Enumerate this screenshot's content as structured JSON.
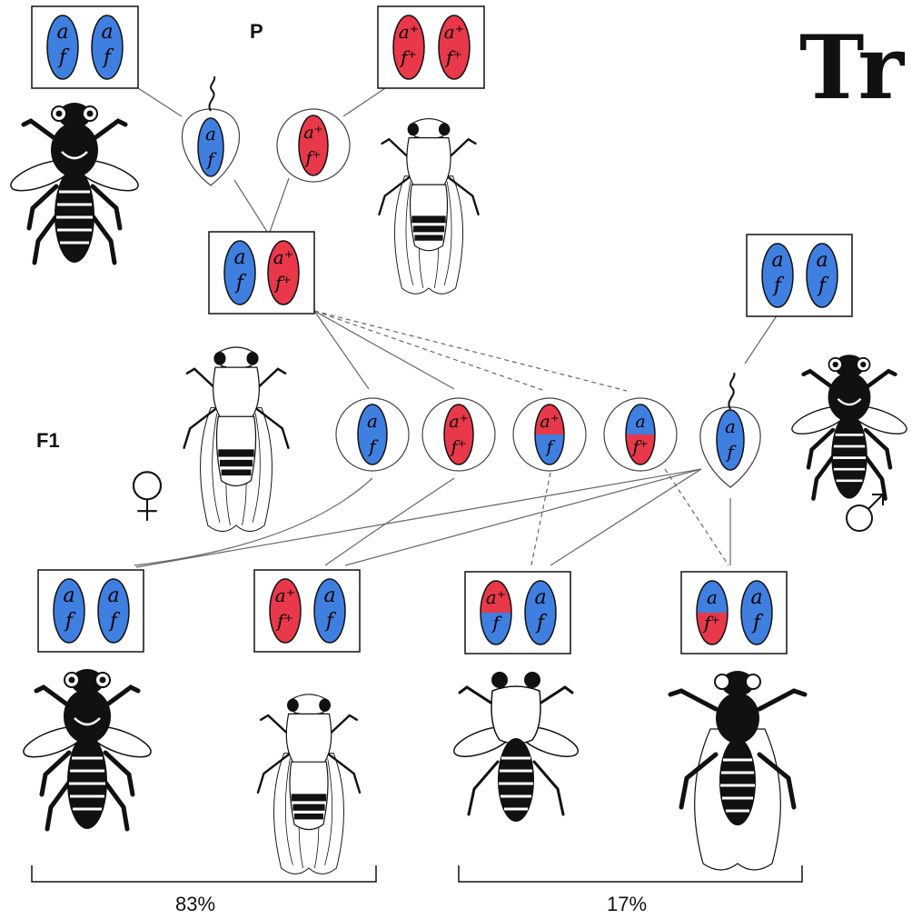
{
  "title": "Tr",
  "labels": {
    "parental": "P",
    "f1": "F1",
    "female": "♀",
    "male": "♂"
  },
  "colors": {
    "mutant": "#3f7fe0",
    "wildtype": "#e8384a",
    "outline": "#111111"
  },
  "alleles": {
    "mutant": {
      "top": "a",
      "bottom": "f"
    },
    "wildtype": {
      "top": "a⁺",
      "bottom": "f⁺"
    },
    "recombinant_1": {
      "top": "a⁺",
      "bottom": "f"
    },
    "recombinant_2": {
      "top": "a",
      "bottom": "f⁺"
    }
  },
  "offspring": {
    "parental_classes": {
      "percent": "83%",
      "genotypes": [
        "a f / a f",
        "a⁺ f⁺ / a f"
      ]
    },
    "recombinant_classes": {
      "percent": "17%",
      "genotypes": [
        "a⁺ f / a f",
        "a f⁺ / a f"
      ]
    }
  },
  "icons": [
    "fly-black-icon",
    "fly-white-icon",
    "egg-icon",
    "sperm-icon",
    "female-symbol-icon",
    "male-symbol-icon"
  ]
}
